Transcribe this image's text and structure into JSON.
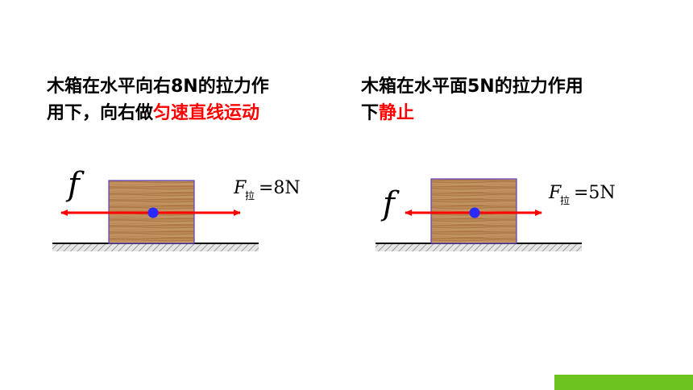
{
  "left": {
    "line1": "木箱在水平向右8N的拉力作",
    "line2_plain": "用下，向右做",
    "line2_highlight": "匀速直线运动",
    "friction_label": "f",
    "force_symbol": "F",
    "force_subscript": "拉",
    "force_value": "=8N"
  },
  "right": {
    "line1": "木箱在水平面5N的拉力作用",
    "line2_plain": "下",
    "line2_highlight": "静止",
    "friction_label": "f",
    "force_symbol": "F",
    "force_subscript": "拉",
    "force_value": "=5N"
  },
  "colors": {
    "highlight": "#ff0000",
    "arrow": "#ff0000",
    "dot": "#2a2aff",
    "box_border": "#5a3fc0",
    "accent_bar": "#6dc41f"
  }
}
